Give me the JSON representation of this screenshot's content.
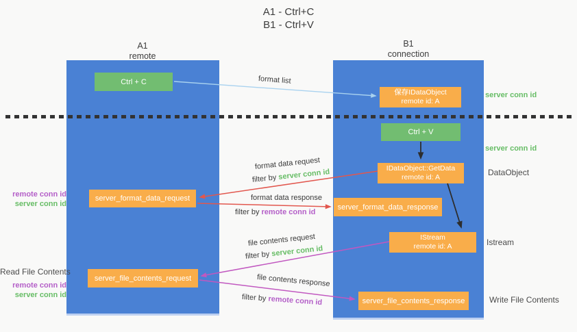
{
  "title": {
    "line1": "A1 - Ctrl+C",
    "line2": "B1 - Ctrl+V"
  },
  "lanes": {
    "left": {
      "name": "A1",
      "role": "remote"
    },
    "right": {
      "name": "B1",
      "role": "connection"
    }
  },
  "nodes": {
    "ctrl_c": {
      "label": "Ctrl + C"
    },
    "save_dataobject": {
      "line1": "保存IDataObject",
      "line2": "remote id: A"
    },
    "ctrl_v": {
      "label": "Ctrl + V"
    },
    "getdata": {
      "line1": "IDataObject::GetData",
      "line2": "remote id: A"
    },
    "istream": {
      "line1": "IStream",
      "line2": "remote id: A"
    },
    "format_request": {
      "label": "server_format_data_request"
    },
    "format_response": {
      "label": "server_format_data_response"
    },
    "file_request": {
      "label": "server_file_contents_request"
    },
    "file_response": {
      "label": "server_file_contents_response"
    }
  },
  "flow_labels": {
    "format_list": "format list",
    "format_data_request": "format data request",
    "format_data_response": "format data response",
    "file_contents_request": "file contents request",
    "file_contents_response": "file contents response",
    "filter_by": "filter by",
    "server_conn_id": "server conn id",
    "remote_conn_id": "remote conn id"
  },
  "side_labels": {
    "dataobject": "DataObject",
    "istream": "Istream",
    "read_file_contents": "Read File Contents",
    "write_file_contents": "Write File Contents"
  },
  "colors": {
    "background": "#f9f9f8",
    "column_blue": "#4a81d4",
    "box_green": "#72bd71",
    "box_orange": "#f9ad4a",
    "green_text": "#67bd66",
    "purple_text": "#b45fc8",
    "arrow_red": "#e2574e",
    "arrow_magenta": "#c158c0",
    "arrow_lightblue": "#a9d2ef",
    "arrow_black": "#2d2d2d",
    "text_dark": "#3c3c3c",
    "text_gray": "#4a4a4a"
  }
}
